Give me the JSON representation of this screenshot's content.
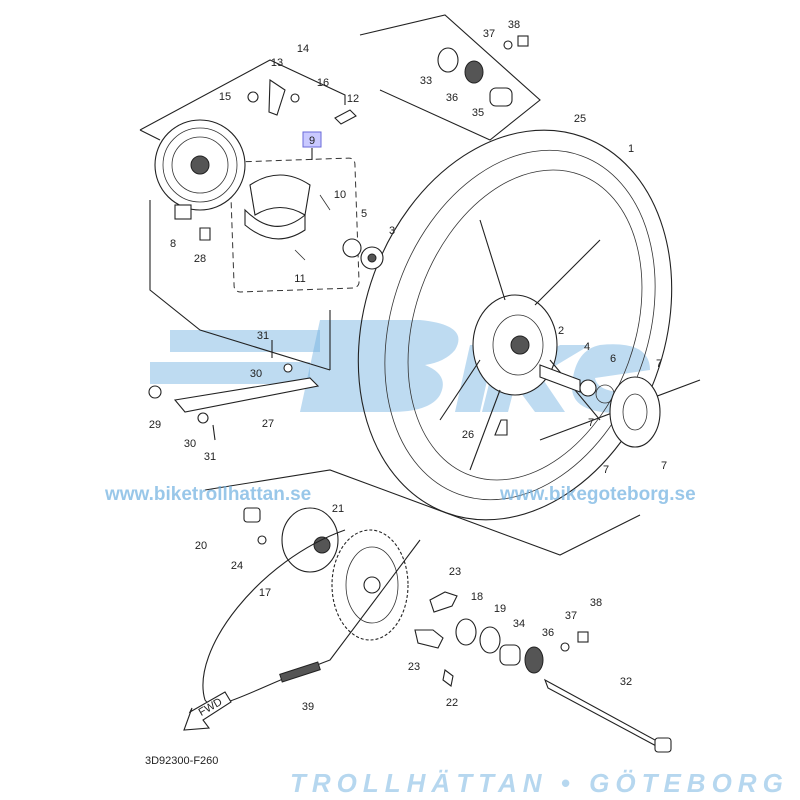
{
  "diagram": {
    "drawing_code": "3D92300-F260",
    "fwd_label": "FWD",
    "highlighted_part": "9",
    "callouts": [
      "14",
      "13",
      "16",
      "15",
      "12",
      "9",
      "37",
      "38",
      "33",
      "36",
      "35",
      "25",
      "1",
      "10",
      "5",
      "3",
      "8",
      "28",
      "11",
      "31",
      "30",
      "29",
      "27",
      "30",
      "31",
      "2",
      "4",
      "6",
      "7",
      "7",
      "26",
      "7",
      "7",
      "20",
      "21",
      "24",
      "17",
      "23",
      "18",
      "19",
      "34",
      "36",
      "37",
      "38",
      "23",
      "22",
      "39",
      "32"
    ]
  },
  "watermark": {
    "logo": "Bike",
    "subtitle": "TROLLHÄTTAN • GÖTEBORG",
    "url_left": "www.biketrollhattan.se",
    "url_right": "www.bikegoteborg.se",
    "color": "#6fb0e0"
  }
}
